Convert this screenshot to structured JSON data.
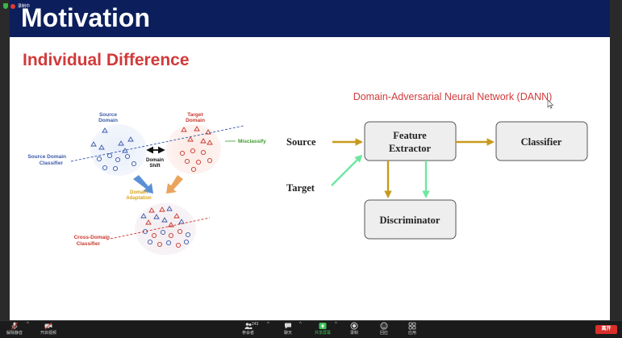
{
  "recording": {
    "label": "录制中"
  },
  "slide": {
    "title": "Motivation",
    "subtitle": "Individual Difference"
  },
  "left_diagram": {
    "source_domain": [
      "Source",
      "Domain"
    ],
    "target_domain": [
      "Target",
      "Domain"
    ],
    "misclassify": "Misclassify",
    "source_domain_classifier": [
      "Source Domain",
      "Classifier"
    ],
    "domain_shift": [
      "Domain",
      "Shift"
    ],
    "domain_adaptation": [
      "Domain",
      "Adaptation"
    ],
    "cross_domain_classifier": [
      "Cross-Domain",
      "Classifier"
    ]
  },
  "dann": {
    "title": "Domain-Adversarial Neural Network (DANN)",
    "source": "Source",
    "target": "Target",
    "feature_extractor": [
      "Feature",
      "Extractor"
    ],
    "classifier": "Classifier",
    "discriminator": "Discriminator"
  },
  "taskbar": {
    "unmute": "解除静音",
    "start_video": "开启视频",
    "participants": "参会者",
    "participant_count": "243",
    "chat": "聊天",
    "share_screen": "共享屏幕",
    "record": "录制",
    "reactions": "回应",
    "apps": "应用",
    "end": "离开"
  },
  "colors": {
    "header": "#0c1f5c",
    "subtitle": "#d23a3a",
    "source_blue": "#3a5aa8",
    "target_red": "#c8372d",
    "arrow_gold": "#c79a1e",
    "arrow_green": "#6ee7a0",
    "box_fill": "#eeeeee",
    "end_button": "#d9302c"
  }
}
